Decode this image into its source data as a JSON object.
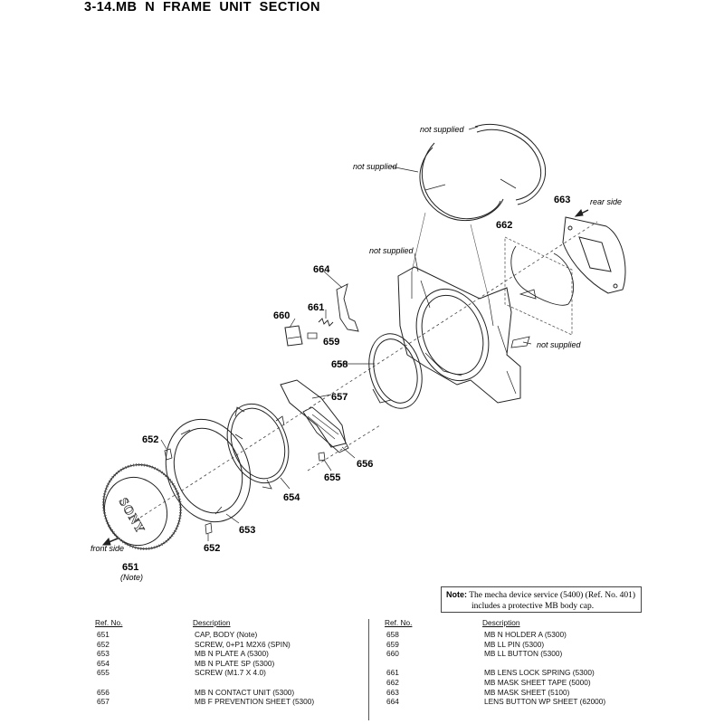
{
  "title": "3-14.MB  N  FRAME  UNIT  SECTION",
  "callouts": {
    "p651": "651",
    "p651_note": "(Note)",
    "p652a": "652",
    "p652b": "652",
    "p653": "653",
    "p654": "654",
    "p655": "655",
    "p656": "656",
    "p657": "657",
    "p658": "658",
    "p659": "659",
    "p660": "660",
    "p661": "661",
    "p662": "662",
    "p663": "663",
    "p664": "664"
  },
  "labels": {
    "not_supplied": "not supplied",
    "rear_side": "rear side",
    "front_side": "front side",
    "cap_logo": "SONY"
  },
  "note": {
    "label": "Note:",
    "line1": "The mecha device service (5400) (Ref. No. 401)",
    "line2": "includes a protective MB body cap."
  },
  "table": {
    "ref_header": "Ref. No.",
    "desc_header": "Description",
    "left": [
      {
        "ref": "651",
        "desc": "CAP, BODY (Note)"
      },
      {
        "ref": "652",
        "desc": "SCREW, 0+P1 M2X6 (SPIN)"
      },
      {
        "ref": "653",
        "desc": "MB N PLATE A (5300)"
      },
      {
        "ref": "654",
        "desc": "MB N PLATE SP (5300)"
      },
      {
        "ref": "655",
        "desc": "SCREW (M1.7 X 4.0)"
      },
      {
        "ref": "",
        "desc": ""
      },
      {
        "ref": "656",
        "desc": "MB N CONTACT UNIT (5300)"
      },
      {
        "ref": "657",
        "desc": "MB F PREVENTION SHEET (5300)"
      }
    ],
    "right": [
      {
        "ref": "658",
        "desc": "MB N HOLDER A (5300)"
      },
      {
        "ref": "659",
        "desc": "MB LL PIN (5300)"
      },
      {
        "ref": "660",
        "desc": "MB LL BUTTON (5300)"
      },
      {
        "ref": "",
        "desc": ""
      },
      {
        "ref": "661",
        "desc": "MB LENS LOCK SPRING (5300)"
      },
      {
        "ref": "662",
        "desc": "MB MASK SHEET TAPE (5000)"
      },
      {
        "ref": "663",
        "desc": "MB MASK SHEET (5100)"
      },
      {
        "ref": "664",
        "desc": "LENS BUTTON WP SHEET (62000)"
      }
    ]
  }
}
